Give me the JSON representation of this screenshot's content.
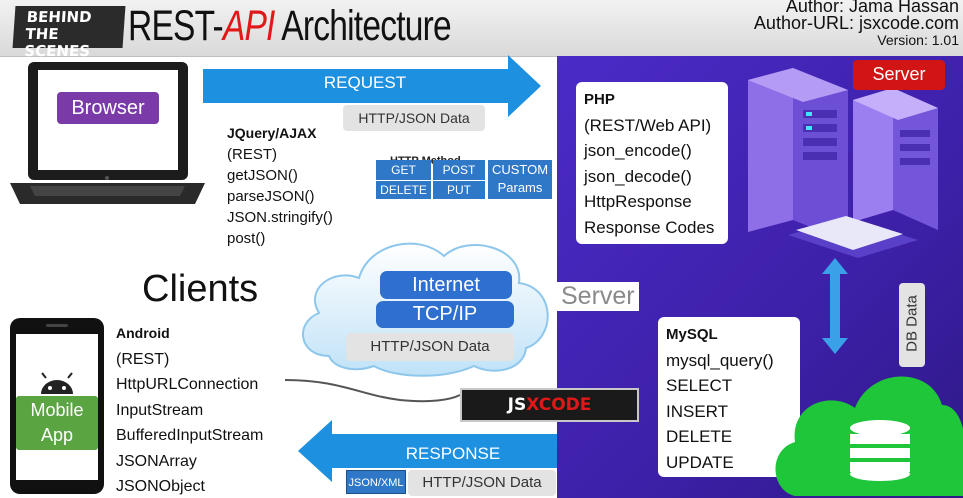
{
  "header": {
    "logo": "BEHIND THE SCENES",
    "title_pre": "REST-",
    "title_api": "API",
    "title_post": " Architecture",
    "author": "Author: Jama Hassan",
    "author_url": "Author-URL: jsxcode.com",
    "version": "Version: 1.01"
  },
  "browser": {
    "label": "Browser"
  },
  "request": {
    "label": "REQUEST",
    "data_tag": "HTTP/JSON Data"
  },
  "jquery": {
    "title": "JQuery/AJAX",
    "lines": [
      "(REST)",
      "getJSON()",
      "parseJSON()",
      "JSON.stringify()",
      "post()"
    ]
  },
  "http_method": {
    "title": "HTTP Method",
    "get": "GET",
    "post": "POST",
    "delete": "DELETE",
    "put": "PUT",
    "custom": "CUSTOM",
    "params": "Params"
  },
  "cloud": {
    "internet": "Internet",
    "tcpip": "TCP/IP",
    "data": "HTTP/JSON Data"
  },
  "labels": {
    "clients": "Clients",
    "server_section": "Server",
    "db_data": "DB Data"
  },
  "server_badge": "Server",
  "php": {
    "title": "PHP",
    "lines": [
      "(REST/Web API)",
      "json_encode()",
      "json_decode()",
      "HttpResponse",
      "Response Codes"
    ]
  },
  "mobile": {
    "line1": "Mobile",
    "line2": "App"
  },
  "android": {
    "title": "Android",
    "lines": [
      "(REST)",
      "HttpURLConnection",
      "InputStream",
      "BufferedInputStream",
      "JSONArray",
      "JSONObject"
    ]
  },
  "mysql": {
    "title": "MySQL",
    "lines": [
      "mysql_query()",
      "SELECT",
      "INSERT",
      "DELETE",
      "UPDATE"
    ]
  },
  "response": {
    "label": "RESPONSE",
    "json_xml": "JSON/XML",
    "data_tag": "HTTP/JSON Data"
  },
  "jsx_logo": {
    "part1": "JS",
    "part2": "X",
    "part3": "CODE"
  },
  "colors": {
    "accent_blue": "#1e90e0",
    "server_purple": "#3d20a8",
    "server_badge_red": "#d11515",
    "title_red": "#e01818",
    "db_green": "#1fc63a",
    "mobile_green": "#5aa542",
    "browser_purple": "#7a3aa8"
  }
}
